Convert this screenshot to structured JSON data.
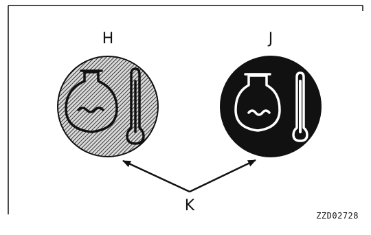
{
  "labels": {
    "left": "H",
    "right": "J",
    "pointer": "K"
  },
  "figure_code": "ZZD02728",
  "icons": {
    "left": "engine-coolant-temperature-icon",
    "right": "engine-coolant-temperature-icon"
  },
  "colors": {
    "line": "#111111",
    "background": "#ffffff",
    "left_fill": "#8c8c8c",
    "right_fill": "#111111"
  }
}
